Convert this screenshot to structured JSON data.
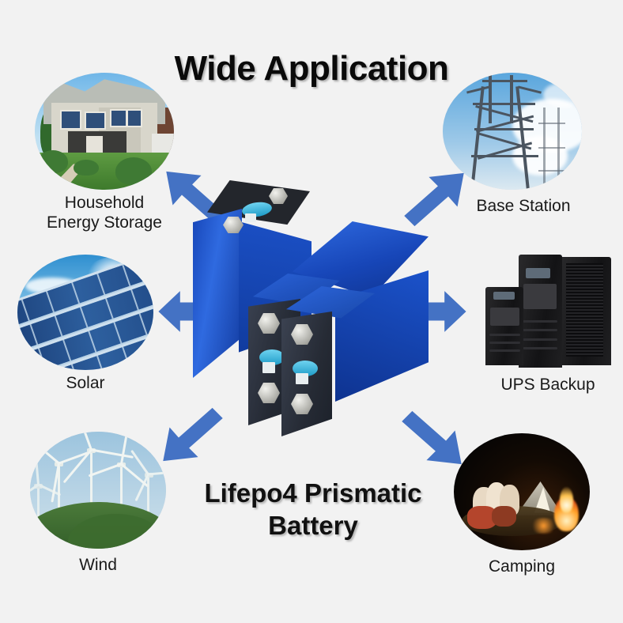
{
  "page": {
    "headline": "Wide Application",
    "product_title": "Lifepo4 Prismatic\nBattery",
    "background_color": "#f2f2f2",
    "arrow_color": "#4472c4",
    "title_color": "#0a0a0a"
  },
  "applications": [
    {
      "id": "household-energy-storage",
      "label": "Household\nEnergy Storage",
      "position": "top-left",
      "image": "suburban-house-photo",
      "arrow": "arrow-up-left"
    },
    {
      "id": "base-station",
      "label": "Base Station",
      "position": "top-right",
      "image": "power-transmission-tower-photo",
      "arrow": "arrow-up-right"
    },
    {
      "id": "solar",
      "label": "Solar",
      "position": "middle-left",
      "image": "solar-panels-photo",
      "arrow": "arrow-left"
    },
    {
      "id": "ups-backup",
      "label": "UPS Backup",
      "position": "middle-right",
      "image": "ups-cabinets-photo",
      "arrow": "arrow-right"
    },
    {
      "id": "wind",
      "label": "Wind",
      "position": "bottom-left",
      "image": "wind-turbines-photo",
      "arrow": "arrow-down-left"
    },
    {
      "id": "camping",
      "label": "Camping",
      "position": "bottom-right",
      "image": "campfire-tent-photo",
      "arrow": "arrow-down-right"
    }
  ],
  "product": {
    "name": "lifepo4-prismatic-battery-cells",
    "cell_count": 3,
    "case_color": "#1b4fc4",
    "top_color": "#2b2f38",
    "vent_color": "#2aa8d4",
    "terminal_color": "#b9b9b2"
  }
}
